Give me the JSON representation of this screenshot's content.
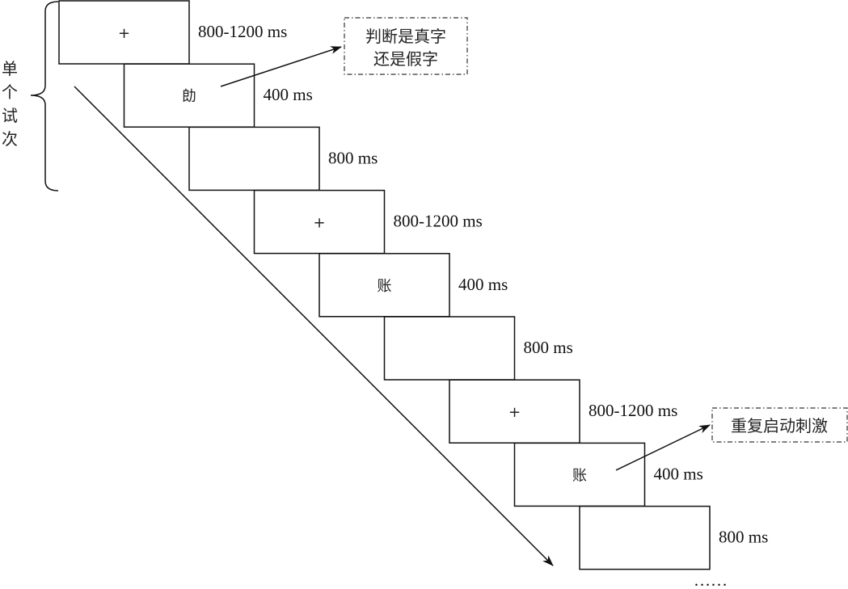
{
  "trial_label": [
    "单",
    "个",
    "试",
    "次"
  ],
  "frames": [
    {
      "stimulus": "+",
      "duration": "800-1200 ms"
    },
    {
      "stimulus": "勆",
      "duration": "400 ms"
    },
    {
      "stimulus": "",
      "duration": "800 ms"
    },
    {
      "stimulus": "+",
      "duration": "800-1200 ms"
    },
    {
      "stimulus": "账",
      "duration": "400 ms"
    },
    {
      "stimulus": "",
      "duration": "800 ms"
    },
    {
      "stimulus": "+",
      "duration": "800-1200 ms"
    },
    {
      "stimulus": "账",
      "duration": "400 ms"
    },
    {
      "stimulus": "",
      "duration": "800 ms"
    }
  ],
  "callouts": {
    "judge_line1": "判断是真字",
    "judge_line2": "还是假字",
    "repeat": "重复启动刺激"
  },
  "ellipsis": "……"
}
